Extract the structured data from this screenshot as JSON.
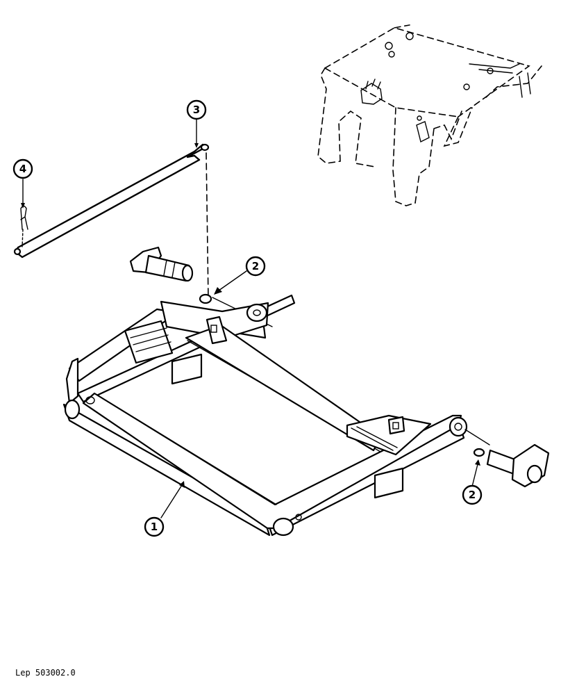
{
  "callouts": [
    {
      "id": "c1",
      "label": "1",
      "icon": "callout-circle"
    },
    {
      "id": "c2a",
      "label": "2",
      "icon": "callout-circle"
    },
    {
      "id": "c2b",
      "label": "2",
      "icon": "callout-circle"
    },
    {
      "id": "c3",
      "label": "3",
      "icon": "callout-circle"
    },
    {
      "id": "c4",
      "label": "4",
      "icon": "callout-circle"
    }
  ],
  "reference_code": "Lep 503002.0"
}
